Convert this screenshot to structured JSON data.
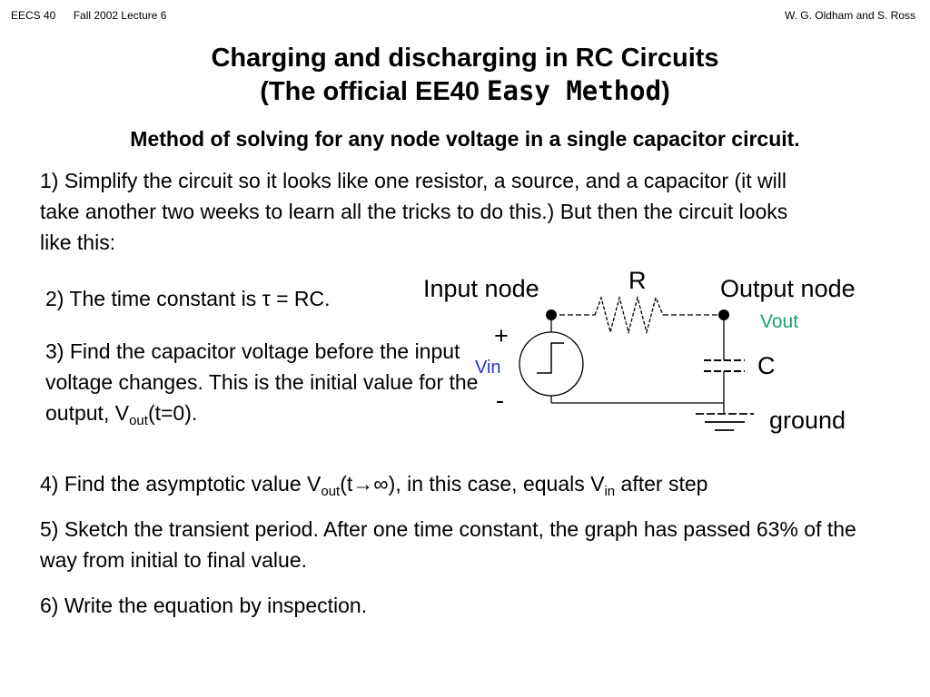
{
  "header": {
    "course": "EECS 40",
    "lecture": "Fall 2002 Lecture 6",
    "authors": "W. G. Oldham and S. Ross"
  },
  "title": {
    "line1": "Charging and discharging in RC Circuits",
    "line2_prefix": "(The official EE40 ",
    "line2_easy": "Easy Method",
    "line2_suffix": ")"
  },
  "subtitle": "Method of solving for any node voltage in a single capacitor circuit.",
  "steps": {
    "s1": "1) Simplify the circuit so it looks like one resistor, a source, and a capacitor (it will take another two weeks to learn all the tricks to do this.)  But then the circuit looks like this:",
    "s2": "2) The time constant is τ = RC.",
    "s3_text": "3) Find the capacitor voltage before the input voltage changes.  This is the initial value for the output, V",
    "s3_sub": "out",
    "s3_tail": "(t=0).",
    "s4_a": "4) Find the asymptotic value V",
    "s4_sub1": "out",
    "s4_b": "(t→∞), in this case, equals V",
    "s4_sub2": "in",
    "s4_c": " after step",
    "s5": "5) Sketch the transient period.  After one time constant, the graph has passed 63% of the way from initial to final value.",
    "s6": "6) Write the equation by inspection."
  },
  "circuit": {
    "input_node": "Input node",
    "output_node": "Output node",
    "r_label": "R",
    "c_label": "C",
    "vout_label": "Vout",
    "vin_label": "Vin",
    "plus": "+",
    "minus": "-",
    "ground": "ground",
    "vout_color": "#1aa37a",
    "vin_color": "#2233cc"
  }
}
